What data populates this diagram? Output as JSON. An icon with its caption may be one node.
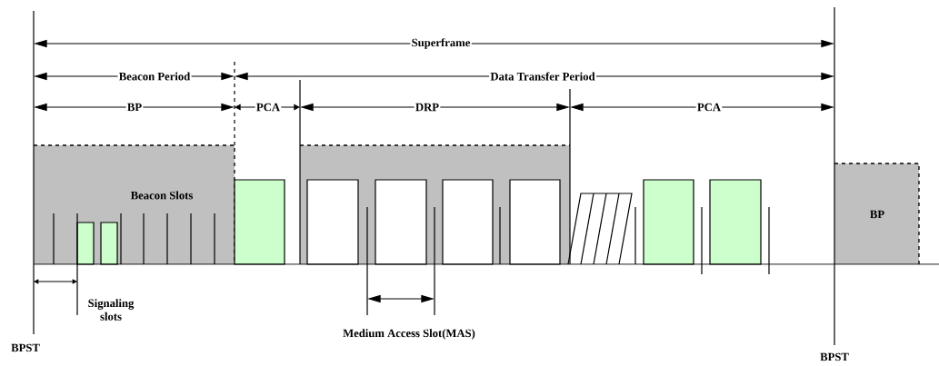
{
  "diagram": {
    "nodes": [
      {
        "text": [
          "Beacon Slots"
        ]
      },
      {
        "text": [],
        "shape": "box",
        "in": 0
      },
      {
        "text": [],
        "shape": "box",
        "in": 0
      },
      {
        "text": [],
        "shape": "box"
      },
      {
        "text": [],
        "shape": "box"
      },
      {
        "text": [],
        "shape": "box",
        "in": 4
      },
      {
        "text": [],
        "shape": "box",
        "in": 4
      },
      {
        "text": [],
        "shape": "box",
        "in": 4
      },
      {
        "text": [],
        "shape": "box",
        "in": 4
      },
      {
        "text": [],
        "shape": "parallelogram"
      },
      {
        "text": [],
        "shape": "box"
      },
      {
        "text": [],
        "shape": "box"
      },
      {
        "text": [
          "BP"
        ]
      }
    ],
    "labels": [
      "Superframe",
      "Beacon Period",
      "Data Transfer Period",
      "BP",
      "PCA",
      "DRP",
      "PCA",
      "Signaling slots",
      "BPST",
      "Medium Access Slot(MAS)",
      "BPST"
    ]
  }
}
